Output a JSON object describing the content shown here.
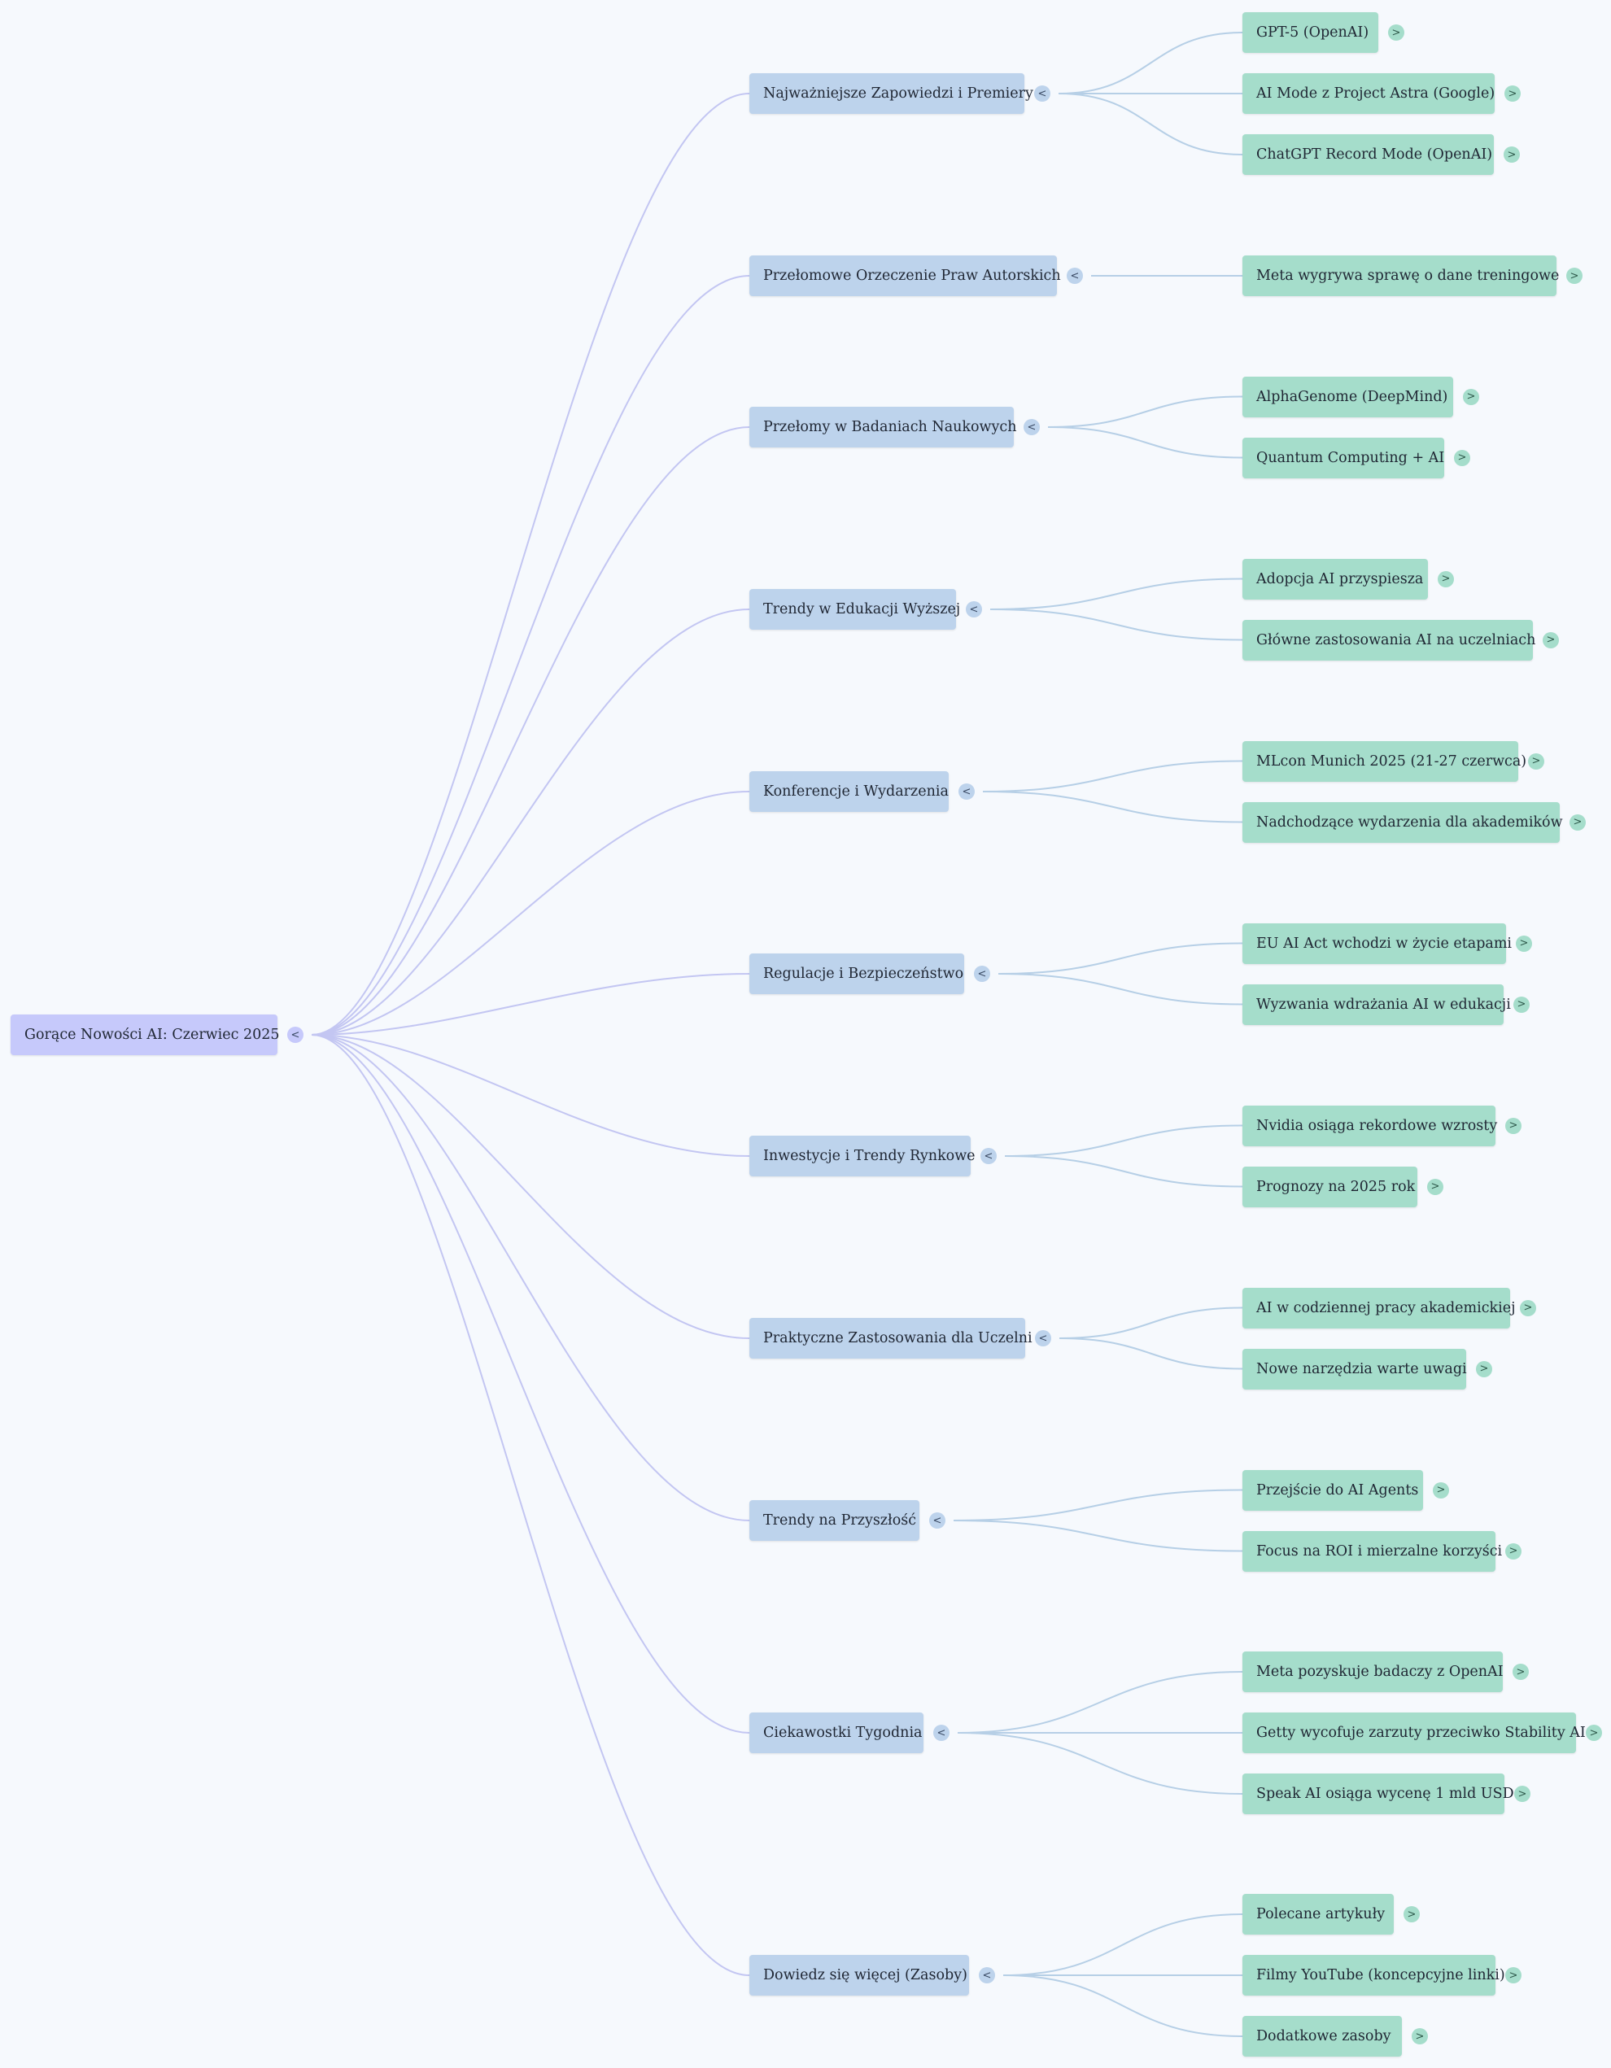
{
  "root": {
    "label": "Gorące Nowości AI: Czerwiec 2025",
    "toggle": "<"
  },
  "colors": {
    "background": "#f6f9fd",
    "root_fill": "#c6c9fb",
    "branch_fill": "#bdd3ec",
    "leaf_fill": "#a5ddcb",
    "root_link": "#c3c6f2",
    "branch_link": "#b6cfe6"
  },
  "branches": [
    {
      "label": "Najważniejsze Zapowiedzi i Premiery",
      "toggle": "<",
      "children": [
        {
          "label": "GPT-5 (OpenAI)",
          "toggle": ">"
        },
        {
          "label": "AI Mode z Project Astra (Google)",
          "toggle": ">"
        },
        {
          "label": "ChatGPT Record Mode (OpenAI)",
          "toggle": ">"
        }
      ]
    },
    {
      "label": "Przełomowe Orzeczenie Praw Autorskich",
      "toggle": "<",
      "children": [
        {
          "label": "Meta wygrywa sprawę o dane treningowe",
          "toggle": ">"
        }
      ]
    },
    {
      "label": "Przełomy w Badaniach Naukowych",
      "toggle": "<",
      "children": [
        {
          "label": "AlphaGenome (DeepMind)",
          "toggle": ">"
        },
        {
          "label": "Quantum Computing + AI",
          "toggle": ">"
        }
      ]
    },
    {
      "label": "Trendy w Edukacji Wyższej",
      "toggle": "<",
      "children": [
        {
          "label": "Adopcja AI przyspiesza",
          "toggle": ">"
        },
        {
          "label": "Główne zastosowania AI na uczelniach",
          "toggle": ">"
        }
      ]
    },
    {
      "label": "Konferencje i Wydarzenia",
      "toggle": "<",
      "children": [
        {
          "label": "MLcon Munich 2025 (21-27 czerwca)",
          "toggle": ">"
        },
        {
          "label": "Nadchodzące wydarzenia dla akademików",
          "toggle": ">"
        }
      ]
    },
    {
      "label": "Regulacje i Bezpieczeństwo",
      "toggle": "<",
      "children": [
        {
          "label": "EU AI Act wchodzi w życie etapami",
          "toggle": ">"
        },
        {
          "label": "Wyzwania wdrażania AI w edukacji",
          "toggle": ">"
        }
      ]
    },
    {
      "label": "Inwestycje i Trendy Rynkowe",
      "toggle": "<",
      "children": [
        {
          "label": "Nvidia osiąga rekordowe wzrosty",
          "toggle": ">"
        },
        {
          "label": "Prognozy na 2025 rok",
          "toggle": ">"
        }
      ]
    },
    {
      "label": "Praktyczne Zastosowania dla Uczelni",
      "toggle": "<",
      "children": [
        {
          "label": "AI w codziennej pracy akademickiej",
          "toggle": ">"
        },
        {
          "label": "Nowe narzędzia warte uwagi",
          "toggle": ">"
        }
      ]
    },
    {
      "label": "Trendy na Przyszłość",
      "toggle": "<",
      "children": [
        {
          "label": "Przejście do AI Agents",
          "toggle": ">"
        },
        {
          "label": "Focus na ROI i mierzalne korzyści",
          "toggle": ">"
        }
      ]
    },
    {
      "label": "Ciekawostki Tygodnia",
      "toggle": "<",
      "children": [
        {
          "label": "Meta pozyskuje badaczy z OpenAI",
          "toggle": ">"
        },
        {
          "label": "Getty wycofuje zarzuty przeciwko Stability AI",
          "toggle": ">"
        },
        {
          "label": "Speak AI osiąga wycenę 1 mld USD",
          "toggle": ">"
        }
      ]
    },
    {
      "label": "Dowiedz się więcej (Zasoby)",
      "toggle": "<",
      "children": [
        {
          "label": "Polecane artykuły",
          "toggle": ">"
        },
        {
          "label": "Filmy YouTube (koncepcyjne linki)",
          "toggle": ">"
        },
        {
          "label": "Dodatkowe zasoby",
          "toggle": ">"
        }
      ]
    }
  ]
}
